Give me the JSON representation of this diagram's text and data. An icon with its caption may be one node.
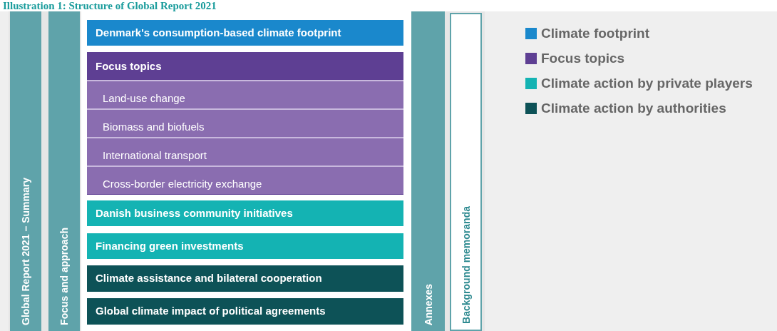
{
  "diagram": {
    "title": "Illustration 1: Structure of Global Report 2021",
    "nodes": [
      {
        "text": [
          "Global Report 2021 – Summary"
        ]
      },
      {
        "text": [
          "Focus and approach"
        ]
      },
      {
        "text": [
          "Denmark's consumption-based climate footprint"
        ]
      },
      {
        "text": [
          "Focus topics"
        ]
      },
      {
        "text": [
          "Land-use change"
        ],
        "in": 3
      },
      {
        "text": [
          "Biomass and biofuels"
        ],
        "in": 3
      },
      {
        "text": [
          "International transport"
        ],
        "in": 3
      },
      {
        "text": [
          "Cross-border electricity exchange"
        ],
        "in": 3
      },
      {
        "text": [
          "Danish business community initiatives"
        ]
      },
      {
        "text": [
          "Financing green investments"
        ]
      },
      {
        "text": [
          "Climate assistance and bilateral cooperation"
        ]
      },
      {
        "text": [
          "Global climate impact of political agreements"
        ]
      },
      {
        "text": [
          "Annexes"
        ]
      },
      {
        "text": [
          "Background memoranda"
        ]
      }
    ],
    "legend": [
      {
        "text": "Climate footprint",
        "color": "#1a88cc"
      },
      {
        "text": "Focus topics",
        "color": "#5e3f93"
      },
      {
        "text": "Climate action by private players",
        "color": "#14b3b3"
      },
      {
        "text": "Climate action by authorities",
        "color": "#0d5257"
      }
    ]
  }
}
